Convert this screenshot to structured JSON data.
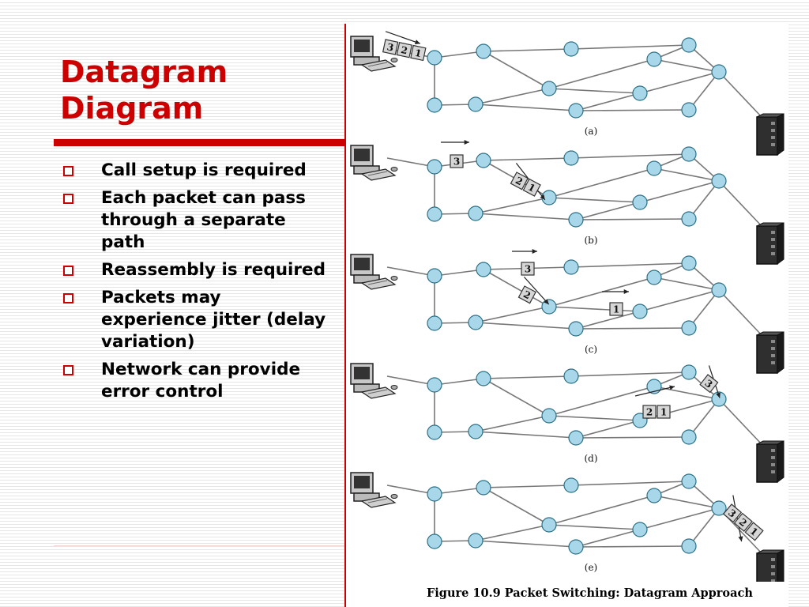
{
  "slide": {
    "title_line1": "Datagram",
    "title_line2": "Diagram",
    "bullets": [
      "Call setup is required",
      "Each packet can pass through a separate path",
      "Reassembly is required",
      "Packets may experience jitter (delay variation)",
      "Network can provide error control"
    ]
  },
  "figure": {
    "caption": "Figure 10.9  Packet Switching: Datagram Approach",
    "panels": [
      {
        "label": "(a)",
        "packets": [
          {
            "texts": [
              "3",
              "2",
              "1"
            ]
          }
        ]
      },
      {
        "label": "(b)",
        "packets": [
          {
            "texts": [
              "3"
            ]
          },
          {
            "texts": [
              "2",
              "1"
            ]
          }
        ]
      },
      {
        "label": "(c)",
        "packets": [
          {
            "texts": [
              "3"
            ]
          },
          {
            "texts": [
              "2"
            ]
          },
          {
            "texts": [
              "1"
            ]
          }
        ]
      },
      {
        "label": "(d)",
        "packets": [
          {
            "texts": [
              "3"
            ]
          },
          {
            "texts": [
              "2",
              "1"
            ]
          }
        ]
      },
      {
        "label": "(e)",
        "packets": [
          {
            "texts": [
              "3",
              "2",
              "1"
            ]
          }
        ]
      }
    ]
  },
  "colors": {
    "accent_red": "#cc0000",
    "node_fill": "#a9d7ea",
    "node_stroke": "#2a6f86",
    "link": "#777777",
    "packet_fill": "#d6d6d6"
  }
}
